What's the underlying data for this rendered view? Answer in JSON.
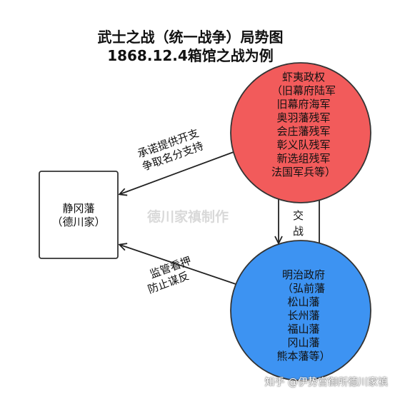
{
  "title": {
    "line1": "武士之战（统一战争）局势图",
    "line2": "1868.12.4箱馆之战为例"
  },
  "nodes": {
    "ezo": {
      "lines": [
        "虾夷政权",
        "（旧幕府陆军",
        "旧幕府海军",
        "奥羽藩残军",
        "会庄藩残军",
        "彰义队残军",
        "新选组残军",
        "法国军兵等）"
      ],
      "fill": "#f25b5b"
    },
    "shizuoka": {
      "lines": [
        "静冈藩",
        "（德川家）"
      ]
    },
    "meiji": {
      "lines": [
        "明治政府",
        "（弘前藩",
        "松山藩",
        "长州藩",
        "福山藩",
        "冈山藩",
        "熊本藩等）"
      ],
      "fill": "#3d93f2"
    }
  },
  "edges": {
    "support": {
      "lines": [
        "承诺提供开支",
        "争取名分支持"
      ]
    },
    "battle": {
      "lines": [
        "交",
        "战"
      ]
    },
    "watch": {
      "lines": [
        "监管看押",
        "防止谋反"
      ]
    }
  },
  "watermark": "德川家禛制作",
  "footer": "知乎 @伊势宫御所德川家禛"
}
